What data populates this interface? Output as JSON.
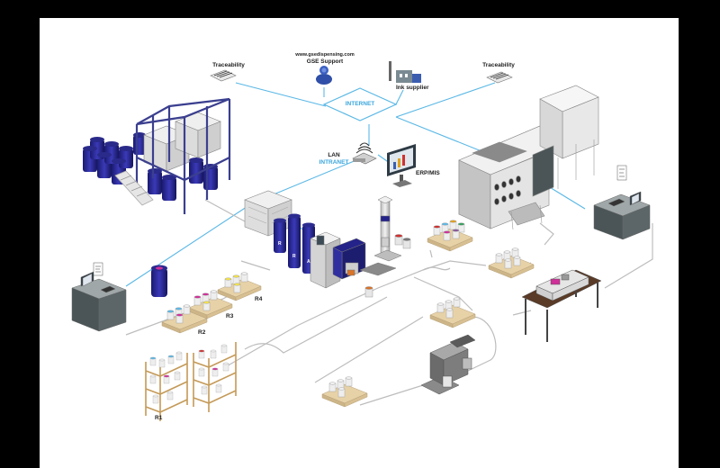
{
  "network": {
    "internet_label": "INTERNET",
    "lan_label": "LAN",
    "intranet_label": "INTRANET",
    "erp_label": "ERP/MIS"
  },
  "support": {
    "url": "www.gsedispensing.com",
    "title": "GSE Support"
  },
  "supplier": {
    "label": "Ink supplier"
  },
  "traceability": [
    {
      "label": "Traceability"
    },
    {
      "label": "Traceability"
    }
  ],
  "racks": [
    {
      "label": "R1"
    },
    {
      "label": "R2"
    },
    {
      "label": "R3"
    },
    {
      "label": "R4"
    }
  ],
  "colors": {
    "network_line": "#5bb8e6",
    "workflow_line": "#b9b9b9",
    "drum_blue": "#24238a",
    "rack_frame": "#3b3f8f",
    "pallet": "#e7d2a8",
    "press_gray": "#d8d8d8",
    "cabinet": "#4b5557",
    "magenta": "#d0309a"
  }
}
